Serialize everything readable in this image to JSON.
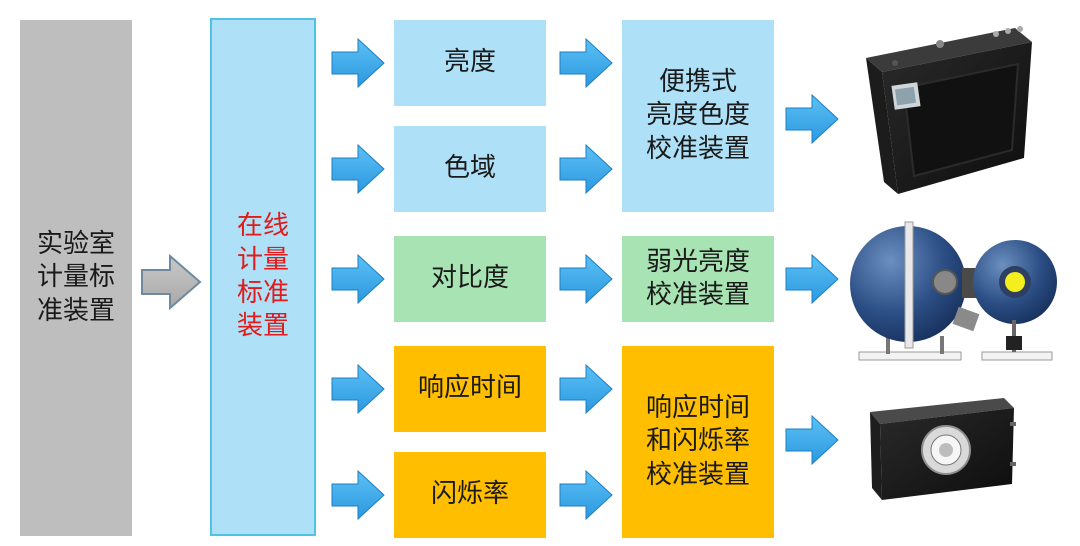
{
  "lab_standard": {
    "label": "实验室\n计量标\n准装置"
  },
  "online_standard": {
    "label": "在线\n计量\n标准\n装置"
  },
  "params": {
    "brightness": "亮度",
    "gamut": "色域",
    "contrast": "对比度",
    "response_time": "响应时间",
    "flicker": "闪烁率"
  },
  "devices": {
    "portable": "便携式\n亮度色度\n校准装置",
    "low_light": "弱光亮度\n校准装置",
    "response_flicker": "响应时间\n和闪烁率\n校准装置"
  },
  "colors": {
    "gray": "#bebebe",
    "cyan_box": "#aee0f7",
    "green_box": "#a8e3b3",
    "orange_box": "#ffbe00",
    "red_text": "#e11a1a",
    "arrow_blue": "#3aa9ec"
  },
  "images": {
    "portable_device": "black-portable-colorimeter-box",
    "sphere_device": "blue-integrating-sphere-pair",
    "flicker_device": "black-box-with-round-aperture"
  }
}
